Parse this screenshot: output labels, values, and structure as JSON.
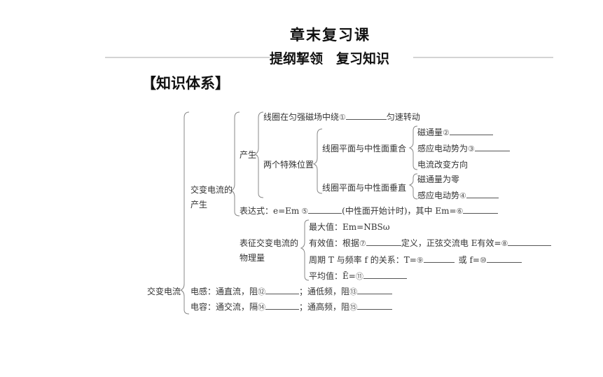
{
  "header": {
    "title": "章末复习课",
    "subtitle": "提纲挈领　复习知识",
    "section": "【知识体系】"
  },
  "tree": {
    "root": "交变电流",
    "production": {
      "label_line1": "交变电流的",
      "label_line2": "产生",
      "generation": "产生",
      "rotate_prefix": "线圈在匀强磁场中绕",
      "rotate_num": "①",
      "rotate_suffix": "匀速转动",
      "special": "两个特殊位置",
      "coincide": "线圈平面与中性面重合",
      "coincide_items": [
        {
          "prefix": "磁通量",
          "num": "②"
        },
        {
          "prefix": "感应电动势为",
          "num": "③"
        },
        {
          "prefix": "电流改变方向",
          "num": ""
        }
      ],
      "perp": "线圈平面与中性面垂直",
      "perp_items": [
        {
          "prefix": "磁通量为零",
          "num": ""
        },
        {
          "prefix": "感应电动势",
          "num": "④"
        }
      ],
      "expr_prefix": "表达式：e=Em",
      "expr_num": "⑤",
      "expr_mid": "(中性面开始计时)，其中 Em=",
      "expr_num2": "⑥"
    },
    "quantity": {
      "label_line1": "表征交变电流的",
      "label_line2": "物理量",
      "max": "最大值：Em=NBSω",
      "eff_prefix": "有效值：根据",
      "eff_num": "⑦",
      "eff_mid": "定义，正弦交流电 E有效=",
      "eff_num2": "⑧",
      "period_prefix": "周期 T 与频率 f 的关系：T=",
      "period_num": "⑨",
      "period_mid": "或 f=",
      "period_num2": "⑩",
      "avg_prefix": "平均值：Ē=",
      "avg_num": "⑪"
    },
    "inductor": {
      "prefix": "电感：通直流，阻",
      "num": "⑫",
      "mid": "；通低频，阻",
      "num2": "⑬"
    },
    "capacitor": {
      "prefix": "电容：通交流，隔",
      "num": "⑭",
      "mid": "；通高频，阻",
      "num2": "⑮"
    }
  }
}
